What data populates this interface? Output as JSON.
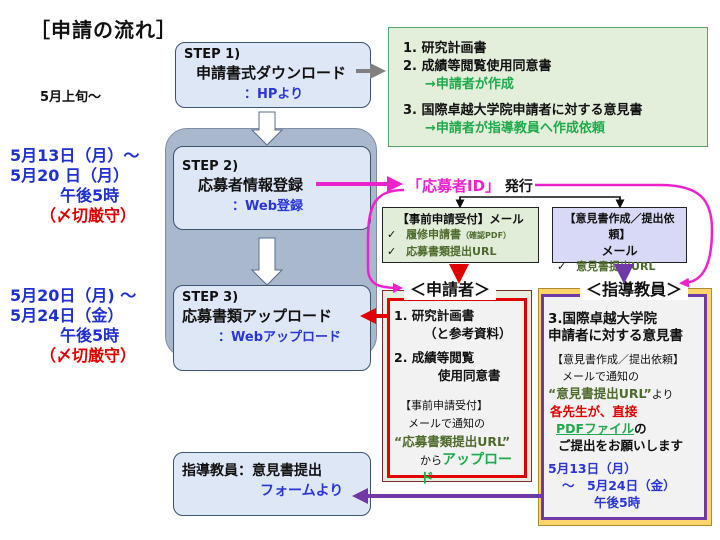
{
  "title": "［申請の流れ］",
  "left_dates": {
    "step1": "5月上旬～",
    "step2": {
      "line1": "5月13日（月）～",
      "line2": "5月20 日（月）",
      "line3": "午後5時",
      "line4": "（〆切厳守）"
    },
    "step3": {
      "line1": "5月20日（月) ～",
      "line2": "5月24日（金）",
      "line3": "午後5時",
      "line4": "（〆切厳守）"
    }
  },
  "steps": [
    {
      "label": "STEP 1)",
      "main": "申請書式ダウンロード",
      "sub": "：HPより"
    },
    {
      "label": "STEP 2)",
      "main": "応募者情報登録",
      "sub": "：Web登録"
    },
    {
      "label": "STEP 3)",
      "main": "応募書類アップロード",
      "sub": "：Webアップロード"
    }
  ],
  "forms_box": {
    "item1": "1.  研究計画書",
    "item2": "2.  成績等閲覧使用同意書",
    "note12": "→申請者が作成",
    "item3": "3.  国際卓越大学院申請者に対する意見書",
    "note3": "→申請者が指導教員へ作成依頼"
  },
  "id_issue": {
    "id": "「応募者ID」",
    "suffix": "発行"
  },
  "mail_applicant": {
    "title": "【事前申請受付】メール",
    "items": [
      {
        "text": "履修申請書",
        "note": "（確認PDF）"
      },
      {
        "text": "応募書類提出URL",
        "note": ""
      }
    ],
    "check": "✓"
  },
  "mail_advisor": {
    "title": "【意見書作成／提出依頼】",
    "title2": "メール",
    "items": [
      {
        "text": "意見書提出URL"
      }
    ],
    "check": "✓"
  },
  "applicant": {
    "header": "＜申請者＞",
    "item1": "1. 研究計画書",
    "item1b": "（と参考資料）",
    "item2": "2. 成績等閲覧",
    "item2b": "使用同意書",
    "note1": "【事前申請受付】",
    "note2": "メールで通知の",
    "url": "“応募書類提出URL”",
    "from": "から",
    "upload": "アップロード"
  },
  "advisor": {
    "header": "＜指導教員＞",
    "item3a": "3.国際卓越大学院",
    "item3b": "申請者に対する意見書",
    "note1": "【意見書作成／提出依頼】",
    "note2": "メールで通知の",
    "url": "“意見書提出URL”",
    "url_suffix": "より",
    "each": "各先生が、直接",
    "pdf": "PDFファイル",
    "pdf_suffix": "の",
    "request": "ご提出をお願いします",
    "date1": "5月13日（月）",
    "date2": "～　5月24日（金）",
    "date3": "午後5時"
  },
  "bottom": {
    "main": "指導教員：意見書提出",
    "sub": "フォームより"
  },
  "colors": {
    "magenta": "#ee22cc",
    "red": "#e00000",
    "purple": "#6f3aa6",
    "blue": "#2a35d8",
    "green": "#1faa4b",
    "grey_arrow": "#808080"
  }
}
